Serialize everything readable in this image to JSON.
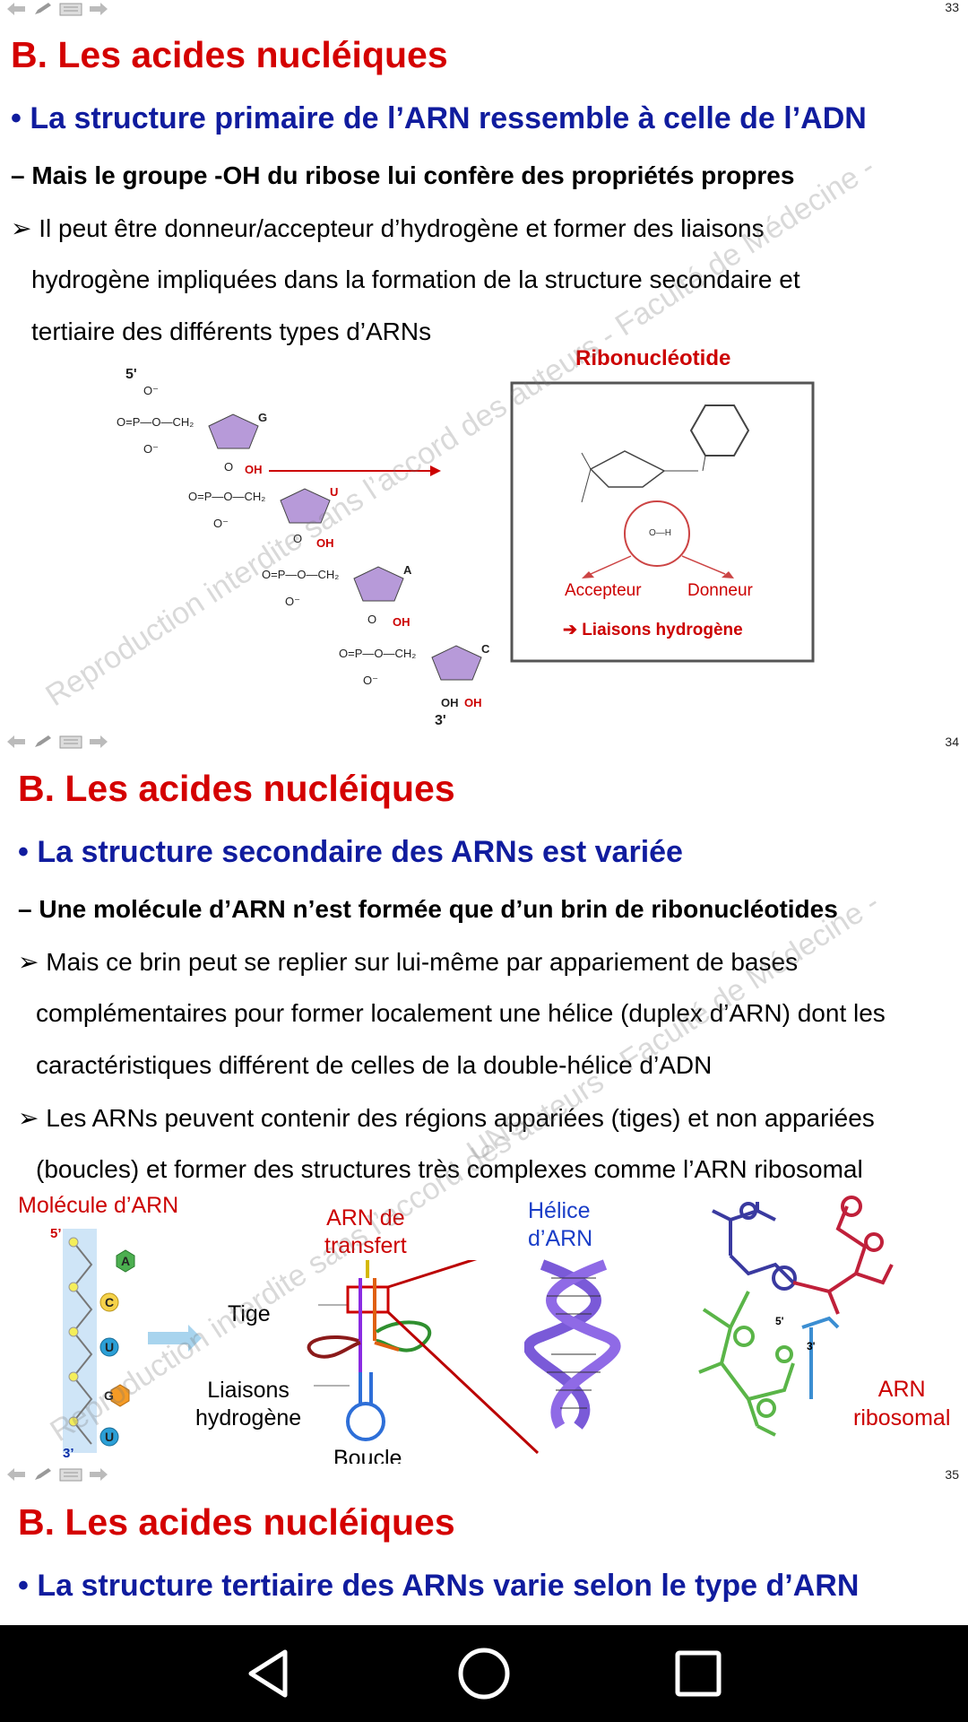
{
  "slides": [
    {
      "page": "33",
      "title": "B. Les acides nucléiques",
      "bullet": "• La structure primaire de l’ARN ressemble à celle de l’ADN",
      "sub": "– Mais le groupe -OH du ribose lui confère des propriétés propres",
      "lines": [
        "➢ Il peut être donneur/accepteur d’hydrogène et former des liaisons",
        "hydrogène impliquées dans la formation de la structure secondaire et",
        "tertiaire des différents types d’ARNs"
      ],
      "figure": {
        "end5": "5'",
        "end3": "3'",
        "bases": [
          "G",
          "U",
          "A",
          "C"
        ],
        "oh": "OH",
        "box_title": "Ribonucléotide",
        "acceptor": "Accepteur",
        "donor": "Donneur",
        "hbonds": "➔ Liaisons hydrogène"
      }
    },
    {
      "page": "34",
      "title": "B. Les acides nucléiques",
      "bullet": "• La structure secondaire des ARNs est variée",
      "sub": "– Une molécule d’ARN n’est formée que d’un brin de ribonucléotides",
      "lines": [
        "➢ Mais ce brin peut se replier sur lui-même par appariement de bases",
        "complémentaires pour former localement une hélice (duplex d’ARN) dont les",
        "caractéristiques différent de celles de la double-hélice d’ADN",
        "➢ Les  ARNs peuvent contenir des régions appariées (tiges) et non appariées",
        "(boucles) et former des structures très complexes comme l’ARN ribosomal"
      ],
      "figure": {
        "molecule_label": "Molécule d’ARN",
        "end5": "5’",
        "end3": "3’",
        "strand_bases": [
          "A",
          "C",
          "U",
          "G",
          "U"
        ],
        "trna_label_1": "ARN de",
        "trna_label_2": "transfert",
        "helix_label_1": "Hélice",
        "helix_label_2": "d’ARN",
        "stem_label": "Tige",
        "hbond_label_1": "Liaisons",
        "hbond_label_2": "hydrogène",
        "loop_label": "Boucle",
        "rrna_label_1": "ARN",
        "rrna_label_2": "ribosomal",
        "rrna_5": "5'",
        "rrna_3": "3'"
      }
    },
    {
      "page": "35",
      "title": "B. Les acides nucléiques",
      "bullet": "• La structure tertiaire des ARNs varie selon le type d’ARN"
    }
  ],
  "watermark": {
    "line_1": "Reproduction interdite sans l’accord des auteurs - Faculté de Médecine -",
    "line_2": "UNS"
  },
  "colors": {
    "title": "#d40000",
    "bullet": "#101c9e",
    "separator": "#e2e2e2",
    "sugar": "#b79ad9",
    "nav_bar": "#000000"
  },
  "android_nav": {
    "back": "back-icon",
    "home": "home-icon",
    "recents": "recents-icon"
  }
}
